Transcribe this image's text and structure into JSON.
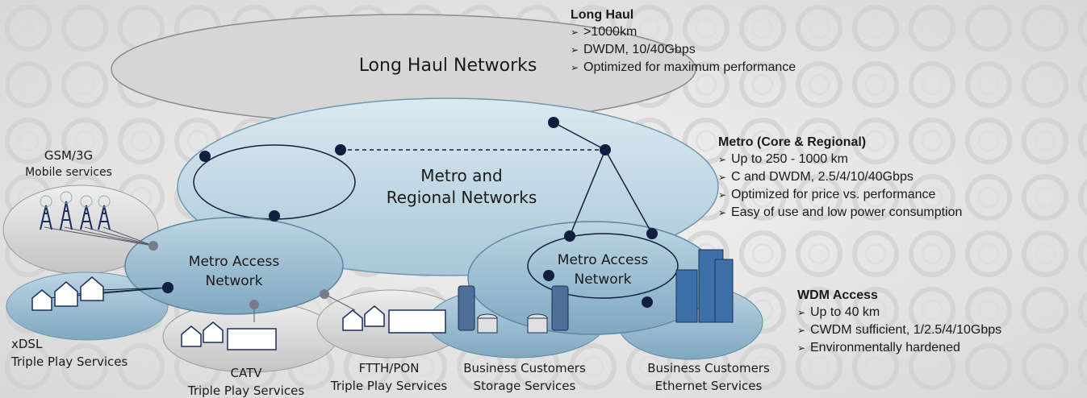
{
  "diagram": {
    "long_haul_cloud": "Long Haul Networks",
    "metro_cloud_line1": "Metro and",
    "metro_cloud_line2": "Regional Networks",
    "metro_access_left_line1": "Metro Access",
    "metro_access_left_line2": "Network",
    "metro_access_right_line1": "Metro Access",
    "metro_access_right_line2": "Network",
    "gsm_line1": "GSM/3G",
    "gsm_line2": "Mobile services",
    "xdsl_line1": "xDSL",
    "xdsl_line2": "Triple Play Services",
    "catv_line1": "CATV",
    "catv_line2": "Triple Play Services",
    "ftth_line1": "FTTH/PON",
    "ftth_line2": "Triple Play Services",
    "biz_storage_line1": "Business Customers",
    "biz_storage_line2": "Storage Services",
    "biz_ethernet_line1": "Business Customers",
    "biz_ethernet_line2": "Ethernet Services"
  },
  "panels": {
    "long_haul": {
      "title": "Long Haul",
      "bullets": [
        ">1000km",
        "DWDM, 10/40Gbps",
        "Optimized for maximum performance"
      ]
    },
    "metro": {
      "title": "Metro (Core & Regional)",
      "bullets": [
        "Up to 250 - 1000 km",
        "C and DWDM, 2.5/4/10/40Gbps",
        "Optimized for price vs. performance",
        "Easy of use and low power consumption"
      ]
    },
    "wdm_access": {
      "title": "WDM Access",
      "bullets": [
        "Up to 40 km",
        "CWDM sufficient, 1/2.5/4/10Gbps",
        "Environmentally hardened"
      ]
    }
  },
  "bullet_marker": "➢",
  "colors": {
    "background": "#e6e6e6",
    "long_haul_fill": "#d4d4d4",
    "metro_fill": "#c7dbe6",
    "access_fill": "#a8c6d8",
    "node": "#0f1f3d",
    "text": "#1a1a1a"
  }
}
